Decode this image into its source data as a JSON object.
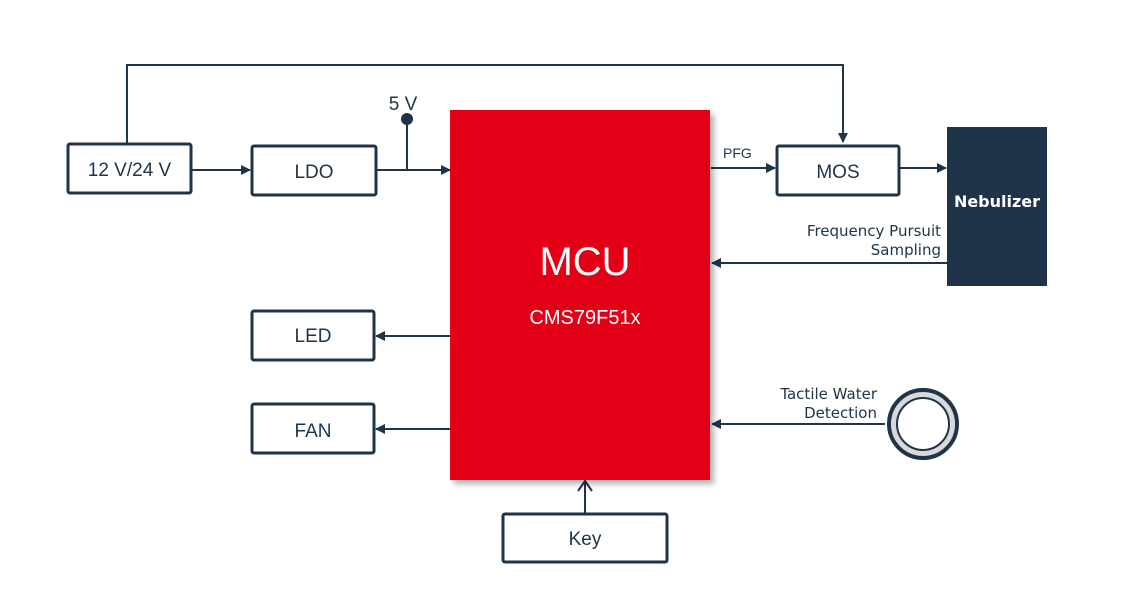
{
  "diagram": {
    "blocks": {
      "power": "12 V/24 V",
      "ldo": "LDO",
      "mcu_title": "MCU",
      "mcu_part": "CMS79F51x",
      "mos": "MOS",
      "nebulizer": "Nebulizer",
      "led": "LED",
      "fan": "FAN",
      "key": "Key"
    },
    "labels": {
      "five_v": "5 V",
      "pfg": "PFG",
      "freq_line1": "Frequency Pursuit",
      "freq_line2": "Sampling",
      "tactile_line1": "Tactile Water",
      "tactile_line2": "Detection"
    },
    "colors": {
      "mcu": "#e30613",
      "nebulizer": "#1f3349",
      "line": "#1f3349"
    }
  }
}
